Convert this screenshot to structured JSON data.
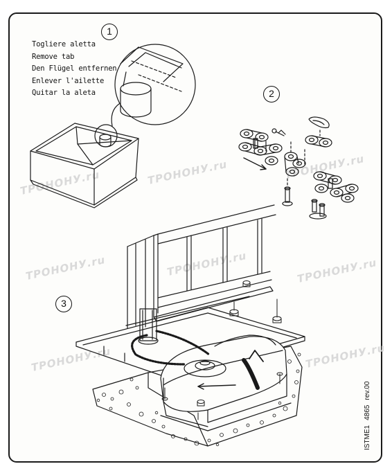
{
  "step1": {
    "number": "1",
    "instructions": [
      "Togliere aletta",
      "Remove tab",
      "Den Flügel entfernen",
      "Enlever l'ailette",
      "Quitar la aleta"
    ]
  },
  "step2": {
    "number": "2"
  },
  "step3": {
    "number": "3"
  },
  "doc_code": {
    "code": "ISTME1",
    "number": "4865",
    "revision": "rev.00"
  },
  "watermark": {
    "text": "ТРОНОНУ.ru"
  },
  "colors": {
    "line": "#1a1a1a",
    "paper": "#fdfdfb",
    "watermark": "#d9d9d9"
  }
}
